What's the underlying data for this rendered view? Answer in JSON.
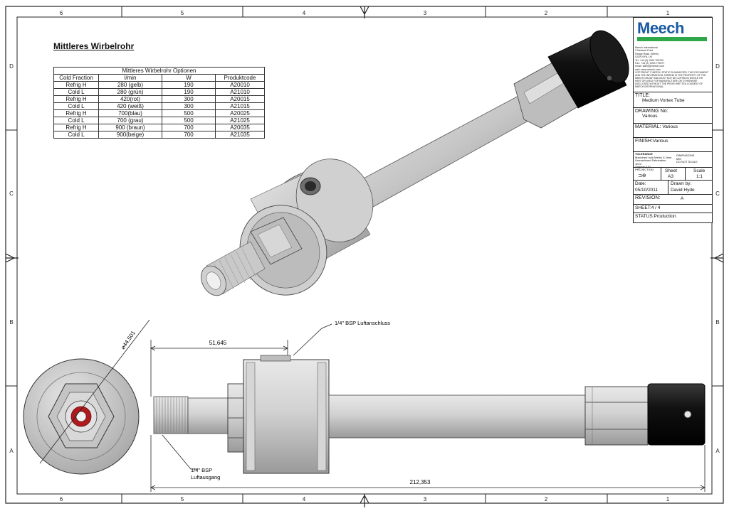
{
  "drawing_title": "Mittleres Wirbelrohr",
  "options_table": {
    "caption": "Mittleres Wirbelrohr Optionen",
    "headers": [
      "Cold Fraction",
      "l/min",
      "W",
      "Produktcode"
    ],
    "rows": [
      [
        "Refrig H",
        "280 (gelb)",
        "190",
        "A20010"
      ],
      [
        "Cold L",
        "280 (grün)",
        "190",
        "A21010"
      ],
      [
        "Refrig H",
        "420(rot)",
        "300",
        "A20015"
      ],
      [
        "Cold L",
        "420 (weiß)",
        "300",
        "A21015"
      ],
      [
        "Refrig H",
        "700(blau)",
        "500",
        "A20025"
      ],
      [
        "Cold L",
        "700 (grau)",
        "500",
        "A21025"
      ],
      [
        "Refrig H",
        "900 (braun)",
        "700",
        "A20035"
      ],
      [
        "Cold L",
        "900(beige)",
        "700",
        "A21035"
      ]
    ]
  },
  "border_labels": {
    "columns": [
      "6",
      "5",
      "4",
      "3",
      "2",
      "1"
    ],
    "rows": [
      "D",
      "C",
      "B",
      "A"
    ]
  },
  "dimensions": {
    "diameter": "⌀44,501",
    "length_left": "51,645",
    "overall_length": "212,353"
  },
  "callouts": {
    "air_inlet": "1/4\" BSP Luftanschluss",
    "air_outlet_line1": "1/4\" BSP",
    "air_outlet_line2": "Luftausgang"
  },
  "title_block": {
    "company": "Meech",
    "address_lines": [
      "Meech International",
      "2 Network Point",
      "Range Road, Witney",
      "OX29 0YN, UK",
      "Tel: +44 (0) 1993 706700",
      "Fax: +44 (0) 1993 776977",
      "email: sales@meech.com",
      "web: www.meech.com"
    ],
    "copyright": "COPYRIGHT © MEECH STATIC ELIMINATORS. THIS DOCUMENT AND THE INFORMATION THEREIN IS THE PROPERTY OF THE MEECH GROUP AND MUST NOT BE COPIED IN WHOLE OR PART OR USED FOR MANUFACTURE OR OTHERWISE DISCLOSED WITHOUT THE PRIOR WRITTEN CONSENT OF MEECH INTERNATIONAL.",
    "title_label": "TITLE:",
    "title_value": "Medium Vortex Tube",
    "drawing_no_label": "DRAWING No:",
    "drawing_no_value": "Various",
    "material_label": "MATERIAL:",
    "material_value": "Various",
    "finish_label": "FINISH:",
    "finish_value": "Various",
    "tolerance_label": "TOLERANCE",
    "tolerance_lines": [
      "Machined Inch Metric 0.2mm",
      "Unmachined Fabrication 1mm",
      "Angular 0.5°"
    ],
    "dimensions_lines": [
      "DIMENSIONS",
      "MM",
      "DO NOT SCALE"
    ],
    "projection_label": "PROJECTION",
    "sheet_label": "Sheet",
    "sheet_value": "A3",
    "scale_label": "Scale",
    "scale_value": "1:1",
    "date_label": "Date:",
    "date_value": "05/10/2011",
    "drawn_label": "Drawn by:",
    "drawn_value": "David Hyde",
    "revision_label": "REVISION:",
    "revision_value": "A",
    "sheet_count": "SHEET:4 / 4",
    "status": "STATUS:Production"
  },
  "colors": {
    "brand_blue": "#1a5aa0",
    "brand_green": "#2ea84a",
    "metal": "#c9c9c9",
    "knob": "#1a1a1a",
    "outlet_ring": "#b0191d"
  }
}
